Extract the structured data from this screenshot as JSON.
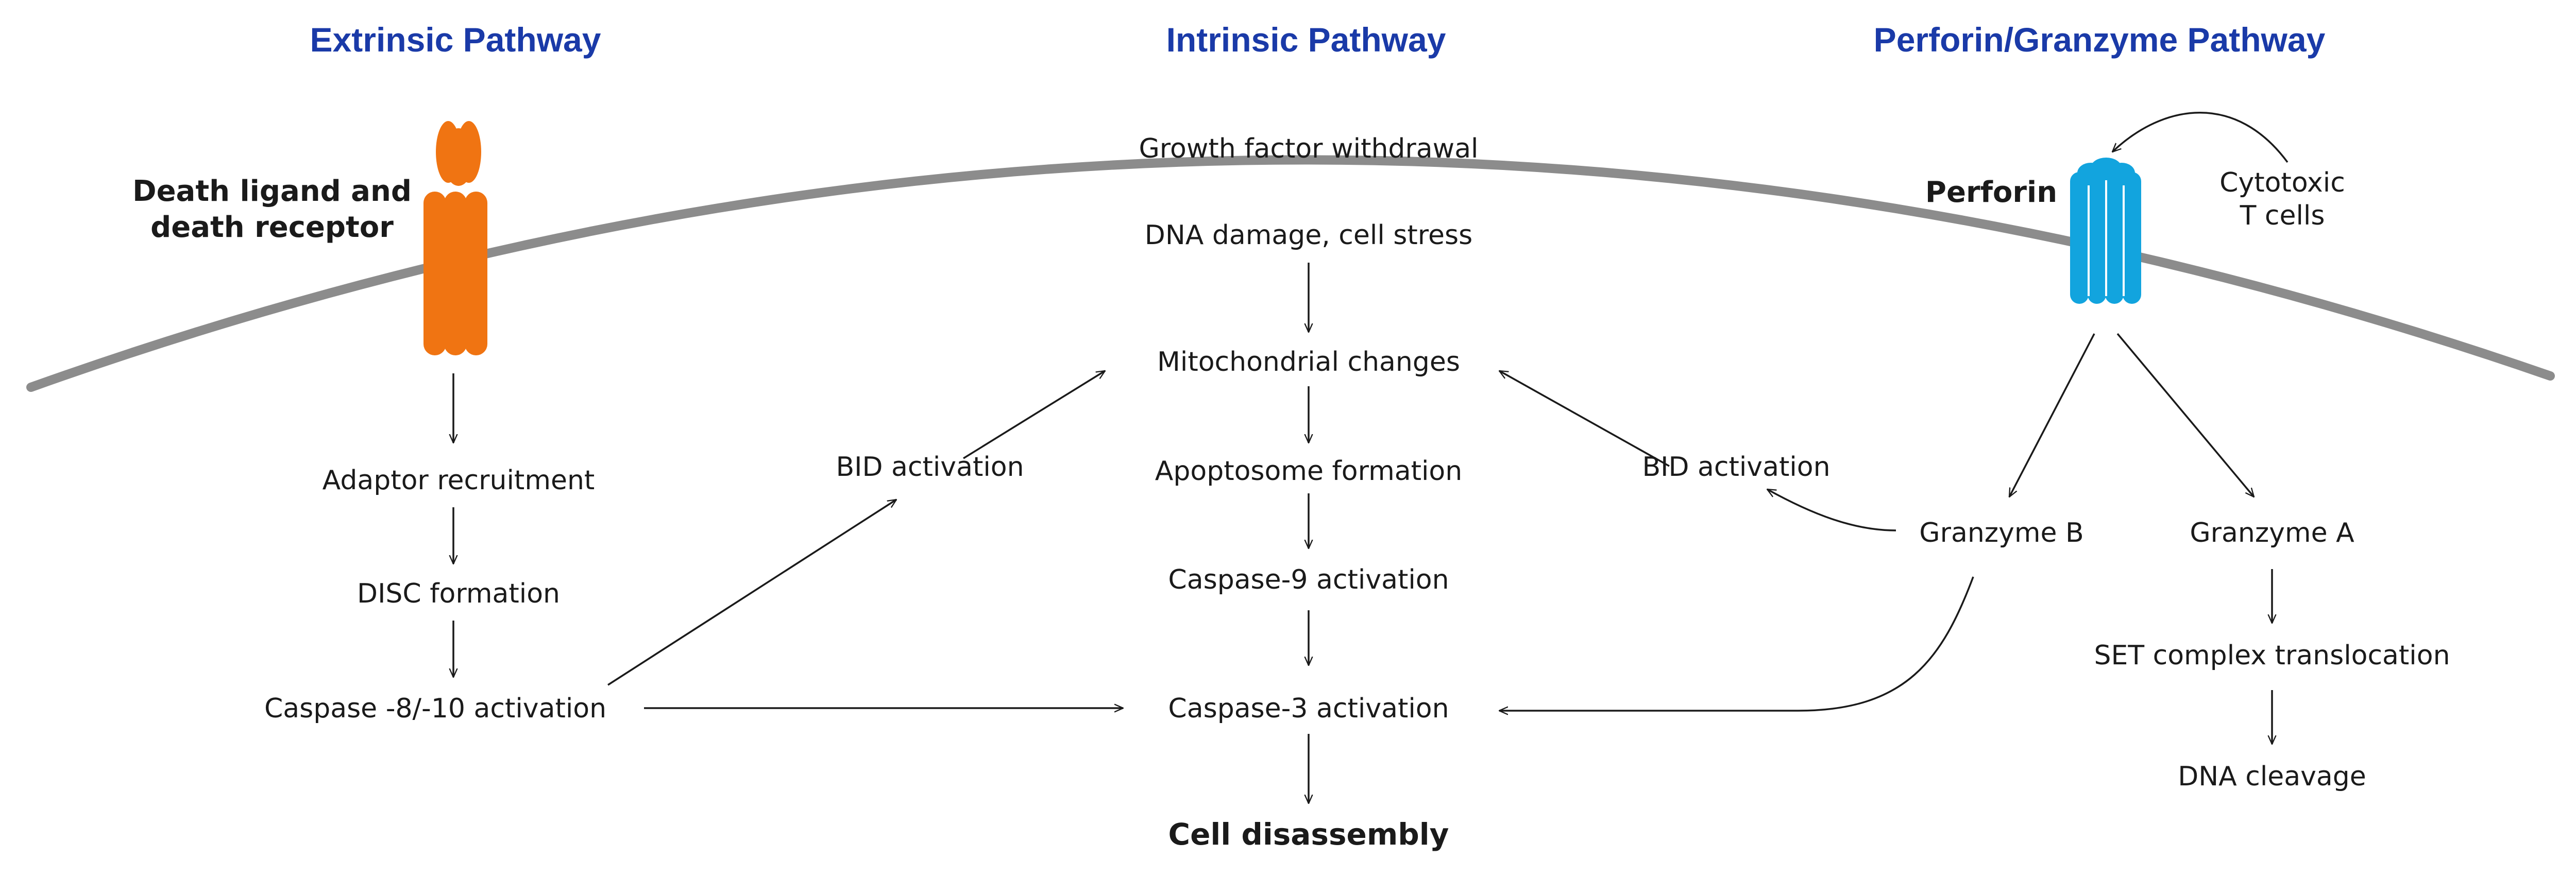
{
  "colors": {
    "title": "#1a3aa8",
    "text": "#1a1a1a",
    "membrane": "#8c8c8c",
    "death_receptor": "#f07412",
    "perforin": "#12a4de"
  },
  "titles": {
    "extrinsic": "Extrinsic Pathway",
    "intrinsic": "Intrinsic Pathway",
    "perforin_granzyme": "Perforin/Granzyme Pathway"
  },
  "extrinsic": {
    "receptor_label_line1": "Death ligand and",
    "receptor_label_line2": "death receptor",
    "receptor_icon": "death-receptor-icon",
    "steps": [
      "Adaptor recruitment",
      "DISC formation",
      "Caspase -8/-10 activation"
    ],
    "bid_activation": "BID activation"
  },
  "intrinsic": {
    "trigger_outside": "Growth factor withdrawal",
    "trigger_inside": "DNA damage, cell stress",
    "steps": [
      "Mitochondrial changes",
      "Apoptosome formation",
      "Caspase-9 activation",
      "Caspase-3 activation"
    ],
    "outcome": "Cell disassembly"
  },
  "perforin_granzyme": {
    "perforin_label": "Perforin",
    "perforin_icon": "perforin-pore-icon",
    "source_line1": "Cytotoxic",
    "source_line2": "T cells",
    "bid_activation": "BID activation",
    "granzyme_b": "Granzyme B",
    "granzyme_a": "Granzyme A",
    "steps": [
      "SET complex translocation",
      "DNA cleavage"
    ]
  }
}
